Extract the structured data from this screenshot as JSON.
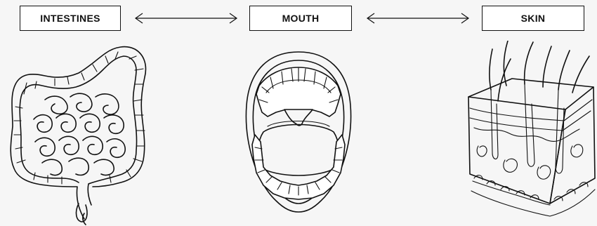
{
  "labels": {
    "intestines": "INTESTINES",
    "mouth": "MOUTH",
    "skin": "SKIN"
  },
  "icons": {
    "arrow_left": "double-headed-arrow",
    "arrow_right": "double-headed-arrow"
  },
  "colors": {
    "background": "#f6f6f6",
    "line": "#111111",
    "box_fill": "#ffffff"
  }
}
